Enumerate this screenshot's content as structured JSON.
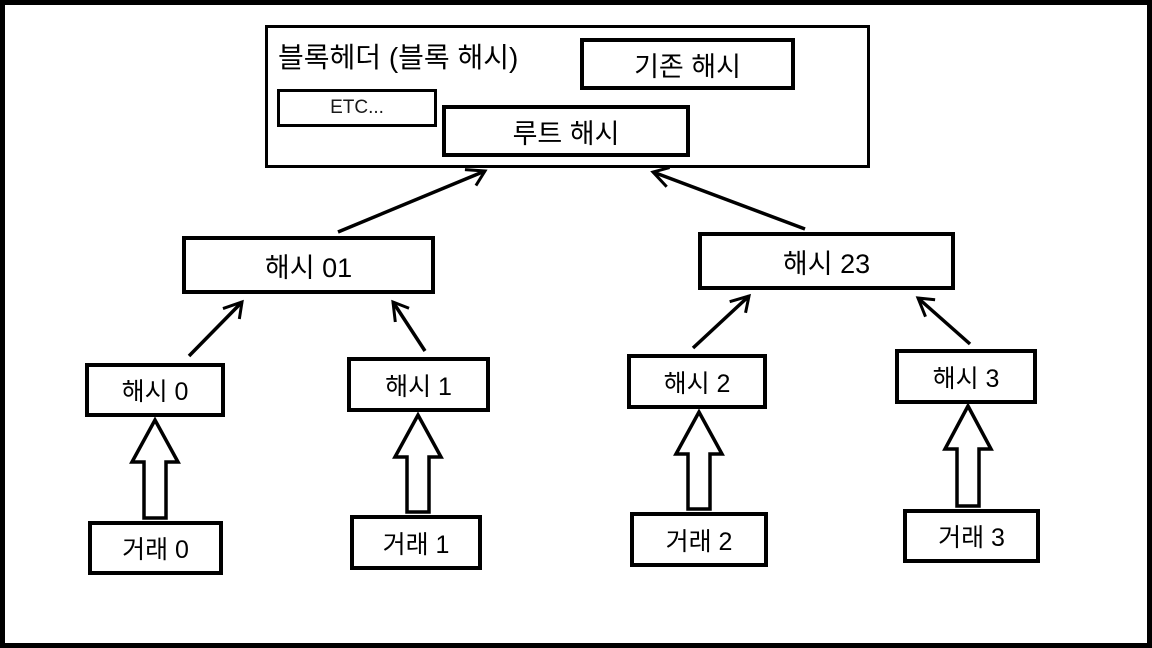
{
  "diagram": {
    "type": "merkle-tree",
    "colors": {
      "stroke": "#000000",
      "background": "#ffffff"
    },
    "block_header": {
      "title": "블록헤더 (블록 해시)",
      "previous_hash_label": "기존 해시",
      "etc_label": "ETC...",
      "root_hash_label": "루트 해시"
    },
    "pair_hashes": [
      {
        "label": "해시 01"
      },
      {
        "label": "해시 23"
      }
    ],
    "leaf_hashes": [
      {
        "label": "해시 0"
      },
      {
        "label": "해시 1"
      },
      {
        "label": "해시 2"
      },
      {
        "label": "해시 3"
      }
    ],
    "transactions": [
      {
        "label": "거래 0"
      },
      {
        "label": "거래 1"
      },
      {
        "label": "거래 2"
      },
      {
        "label": "거래 3"
      }
    ]
  }
}
